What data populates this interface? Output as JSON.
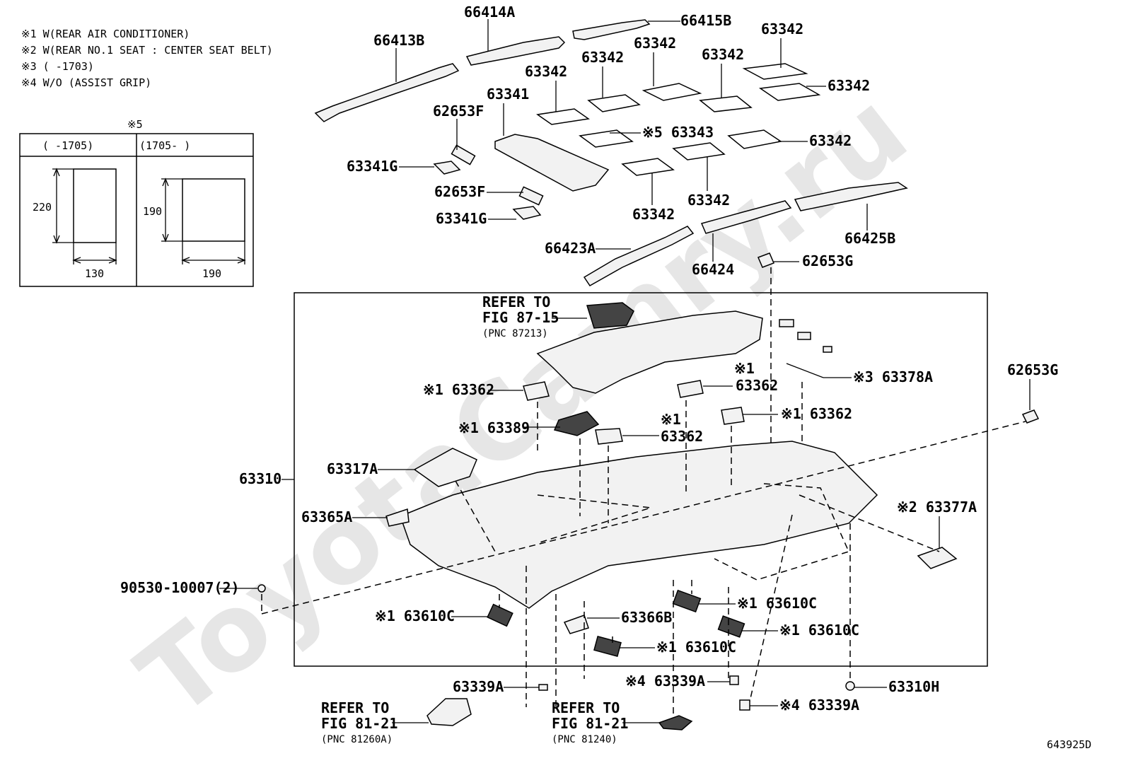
{
  "notes": [
    "※1 W(REAR AIR CONDITIONER)",
    "※2 W(REAR  NO.1 SEAT : CENTER SEAT BELT)",
    "※3 (       -1703)",
    "※4 W/O (ASSIST GRIP)"
  ],
  "size_table": {
    "mark": "※5",
    "col1_header": "(     -1705)",
    "col2_header": "(1705-      )",
    "col1_height": "220",
    "col1_width": "130",
    "col2_height": "190",
    "col2_width": "190"
  },
  "watermark": "ToyotaCamry.ru",
  "diagram_id": "643925D",
  "refs": {
    "top": [
      "REFER TO",
      "FIG 87-15",
      "(PNC 87213)"
    ],
    "left": [
      "REFER TO",
      "FIG 81-21",
      "(PNC 81260A)"
    ],
    "right": [
      "REFER TO",
      "FIG 81-21",
      "(PNC 81240)"
    ]
  },
  "labels": {
    "p66414A": "66414A",
    "p66415B": "66415B",
    "p66413B": "66413B",
    "p63342_a": "63342",
    "p63342_b": "63342",
    "p63342_c": "63342",
    "p63342_d": "63342",
    "p63342_e": "63342",
    "p63342_f": "63342",
    "p63342_g": "63342",
    "p63342_h": "63342",
    "p63342_i": "63342",
    "p63343": "※5 63343",
    "p63341": "63341",
    "p62653F_a": "62653F",
    "p62653F_b": "62653F",
    "p63341G_a": "63341G",
    "p63341G_b": "63341G",
    "p66423A": "66423A",
    "p66424": "66424",
    "p66425B": "66425B",
    "p62653G_a": "62653G",
    "p62653G_b": "62653G",
    "p63362_a": "※1 63362",
    "p63362_b_mark": "※1",
    "p63362_b": "63362",
    "p63362_c": "※1 63362",
    "p63362_d_mark": "※1",
    "p63362_d": "63362",
    "p63389": "※1 63389",
    "p63378A": "※3 63378A",
    "p63317A": "63317A",
    "p63310": "63310",
    "p63365A": "63365A",
    "p63377A": "※2 63377A",
    "p90530": "90530-10007(2)",
    "p63610C_a": "※1 63610C",
    "p63610C_b": "※1 63610C",
    "p63610C_c": "※1 63610C",
    "p63610C_d": "※1 63610C",
    "p63366B": "63366B",
    "p63339A_a": "63339A",
    "p63339A_b": "※4 63339A",
    "p63339A_c": "※4 63339A",
    "p63310H": "63310H"
  }
}
